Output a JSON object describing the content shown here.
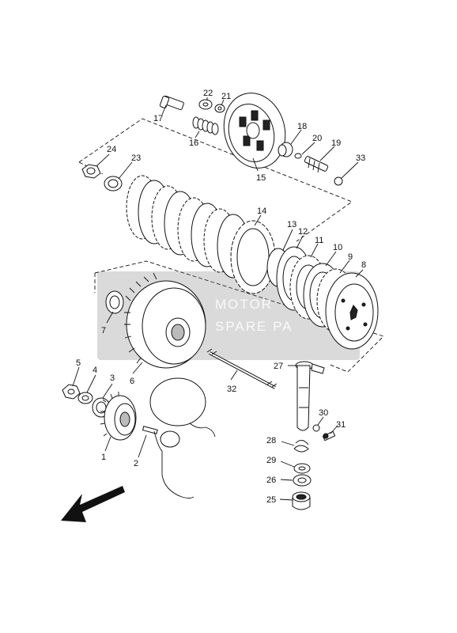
{
  "watermark": {
    "line1": "MOTOR",
    "line2": "SPARE PA"
  },
  "callouts": [
    "1",
    "2",
    "3",
    "4",
    "5",
    "6",
    "7",
    "8",
    "9",
    "10",
    "11",
    "12",
    "13",
    "14",
    "15",
    "16",
    "17",
    "18",
    "19",
    "20",
    "21",
    "22",
    "23",
    "24",
    "25",
    "26",
    "27",
    "28",
    "29",
    "30",
    "31",
    "32",
    "33"
  ]
}
